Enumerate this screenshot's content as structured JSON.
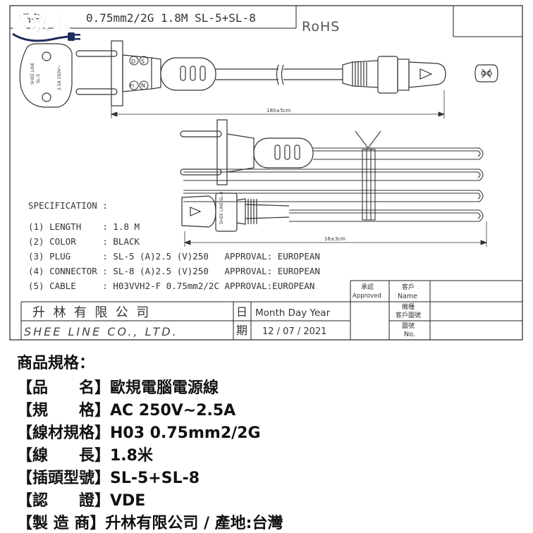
{
  "logo": {
    "text": "壹玖電"
  },
  "drawing": {
    "part_label": "品名",
    "part_desc": "0.75mm2/2G 1.8M SL-5+SL-8",
    "rohs": "RoHS",
    "dim_long": "180±5cm",
    "dim_short": "16±3cm",
    "plug_letters": [
      "D",
      "S",
      "FI",
      "N"
    ],
    "plug_marks": {
      "left": "SHEE LINE",
      "left2": "SL-5",
      "right": "2.5A 250V~"
    },
    "connector_mark": "SHEE LINE SL-8"
  },
  "specification": {
    "title": "SPECIFICATION :",
    "lines": [
      "(1) LENGTH    : 1.8 M",
      "(2) COLOR     : BLACK",
      "(3) PLUG      : SL-5 (A)2.5 (V)250   APPROVAL: EUROPEAN",
      "(4) CONNECTOR : SL-8 (A)2.5 (V)250   APPROVAL: EUROPEAN",
      "(5) CABLE     : H03VVH2-F 0.75mm2/2C APPROVAL:EUROPEAN"
    ]
  },
  "title_block": {
    "company_cn": "升  林  有  限  公  司",
    "company_en": "SHEE LINE CO., LTD.",
    "date_label_top": "日",
    "date_label_bottom": "期",
    "date_header": "Month Day Year",
    "date_value": "12 / 07 / 2021",
    "approved_cn": "承認",
    "approved_en": "Approved",
    "customer_cn": "客戶",
    "customer_en": "Name",
    "model_cn": "機種",
    "drawing_cn": "客戶圖號",
    "drawing_no_cn": "圖號",
    "drawing_no_en": "No."
  },
  "product_info": {
    "heading": "商品規格：",
    "lines": [
      "【品　　名】歐規電腦電源線",
      "【規　　格】AC 250V~2.5A",
      "【線材規格】H03 0.75mm2/2G",
      "【線　　長】1.8米",
      "【插頭型號】SL-5+SL-8",
      "【認　　證】VDE",
      "【製 造 商】升林有限公司 / 產地:台灣"
    ]
  }
}
